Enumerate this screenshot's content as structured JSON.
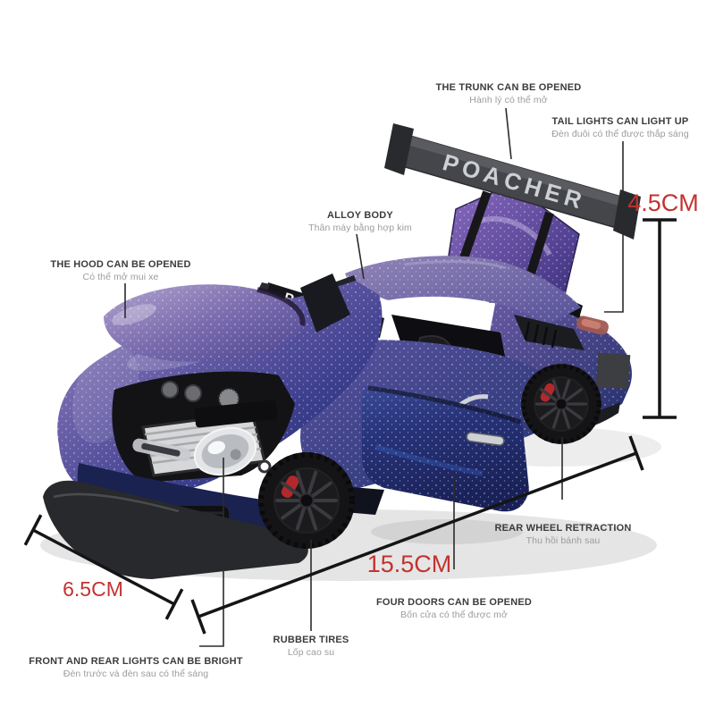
{
  "product": {
    "brand": "POACHER",
    "description": "chameleon purple-blue diecast sports car model with opening parts",
    "colors": {
      "body_purple": "#7b6cae",
      "body_blue": "#23306e",
      "wing_gray": "#45464a",
      "caliper_red": "#b3282c",
      "headlight_silver": "#e4e5e7"
    }
  },
  "callouts": {
    "trunk": {
      "title": "THE TRUNK CAN BE OPENED",
      "subtitle": "Hành lý có thể mở"
    },
    "tail_lights": {
      "title": "TAIL LIGHTS CAN LIGHT UP",
      "subtitle": "Đèn đuôi có thể được thắp sáng"
    },
    "alloy_body": {
      "title": "ALLOY BODY",
      "subtitle": "Thân máy bằng hợp kim"
    },
    "hood": {
      "title": "THE HOOD CAN BE OPENED",
      "subtitle": "Có thể mở mui xe"
    },
    "rear_wheel": {
      "title": "REAR WHEEL RETRACTION",
      "subtitle": "Thu hồi bánh sau"
    },
    "four_doors": {
      "title": "FOUR DOORS CAN BE OPENED",
      "subtitle": "Bốn cửa có thể được mở"
    },
    "rubber_tires": {
      "title": "RUBBER TIRES",
      "subtitle": "Lốp cao su"
    },
    "front_rear_lights": {
      "title": "FRONT AND REAR LIGHTS CAN BE BRIGHT",
      "subtitle": "Đèn trước và đèn sau có thể sáng"
    }
  },
  "dimensions": {
    "height": {
      "value": "4.5CM"
    },
    "length": {
      "value": "15.5CM"
    },
    "width": {
      "value": "6.5CM"
    }
  },
  "colors": {
    "background": "#ffffff",
    "dimension_text": "#c23330",
    "callout_title": "#3c3c3c",
    "callout_subtitle": "#9c9c9c",
    "annotation_line": "#1a1a1a"
  }
}
